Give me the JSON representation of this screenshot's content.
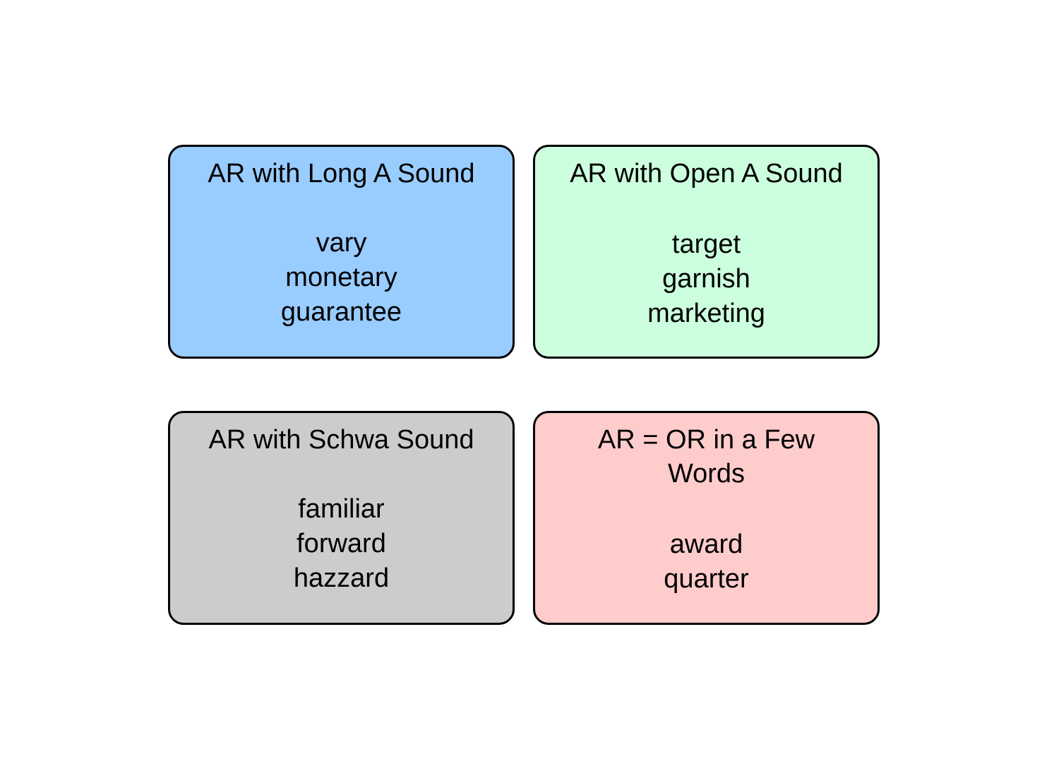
{
  "page": {
    "background_color": "#ffffff",
    "border_color": "#000000",
    "text_color": "#000000"
  },
  "cards": [
    {
      "id": "long-a-sound",
      "title": "AR with Long A Sound",
      "color": "#99ccff",
      "words": [
        "vary",
        "monetary",
        "guarantee"
      ]
    },
    {
      "id": "open-a-sound",
      "title": "AR with Open A Sound",
      "color": "#ccffdd",
      "words": [
        "target",
        "garnish",
        "marketing"
      ]
    },
    {
      "id": "schwa-sound",
      "title": "AR with Schwa Sound",
      "color": "#cccccc",
      "words": [
        "familiar",
        "forward",
        "hazzard"
      ]
    },
    {
      "id": "ar-equals-or",
      "title": "AR = OR in a Few Words",
      "color": "#ffcccc",
      "words": [
        "award",
        "quarter"
      ]
    }
  ]
}
